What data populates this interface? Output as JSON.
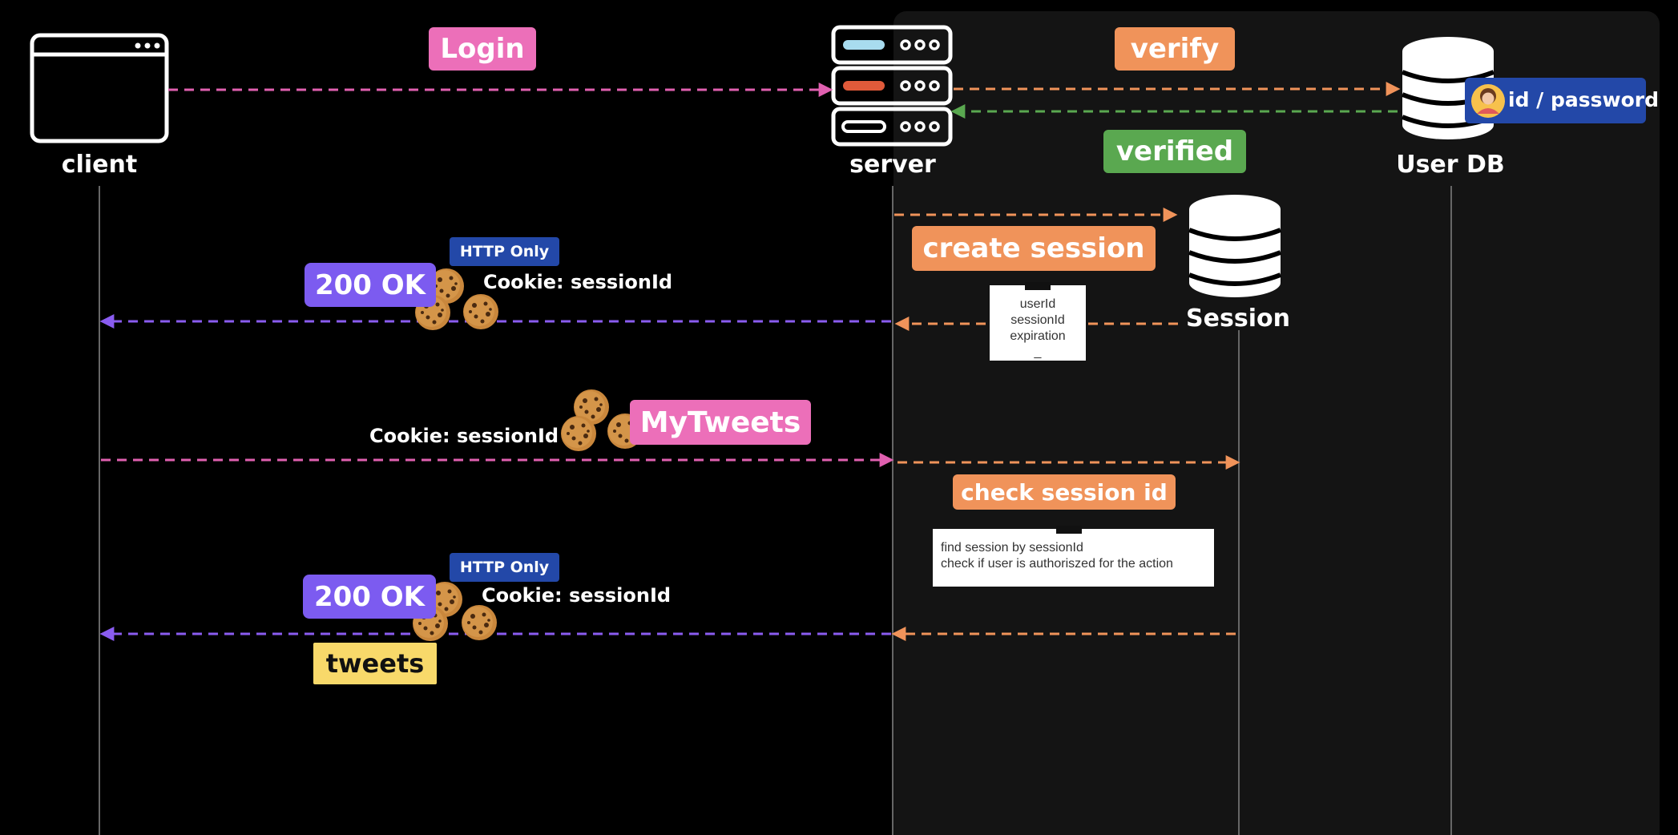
{
  "actors": {
    "client": "client",
    "server": "server",
    "user_db": "User DB",
    "session": "Session"
  },
  "messages": {
    "login": "Login",
    "verify": "verify",
    "id_password": "id / password",
    "verified": "verified",
    "create_session": "create session",
    "ok_1": "200 OK",
    "http_only_1": "HTTP Only",
    "cookie_1": "Cookie: sessionId",
    "my_tweets": "MyTweets",
    "cookie_request": "Cookie: sessionId",
    "check_session_id": "check session id",
    "ok_2": "200 OK",
    "http_only_2": "HTTP Only",
    "cookie_2": "Cookie: sessionId",
    "tweets": "tweets"
  },
  "notes": {
    "session_record": [
      "userId",
      "sessionId",
      "expiration",
      "_"
    ],
    "session_check": [
      "find session by sessionId",
      "check if user is authoriszed for the action"
    ]
  },
  "icons": {
    "client": "browser-window-icon",
    "server": "server-rack-icon",
    "user_db": "database-icon",
    "session": "database-icon",
    "avatar": "user-avatar-icon",
    "cookie": "cookie-icon"
  },
  "colors": {
    "background": "#000000",
    "panel": "#141414",
    "login_arrow": "#e060b0",
    "verify_arrow": "#f0935a",
    "verified_arrow": "#5aa850",
    "response_arrow": "#8a5cf0",
    "pink": "#ec6fb9",
    "orange": "#f0935a",
    "green": "#5aa850",
    "purple": "#7c5bf0",
    "blue": "#2348a8",
    "yellow": "#f8d96a"
  }
}
